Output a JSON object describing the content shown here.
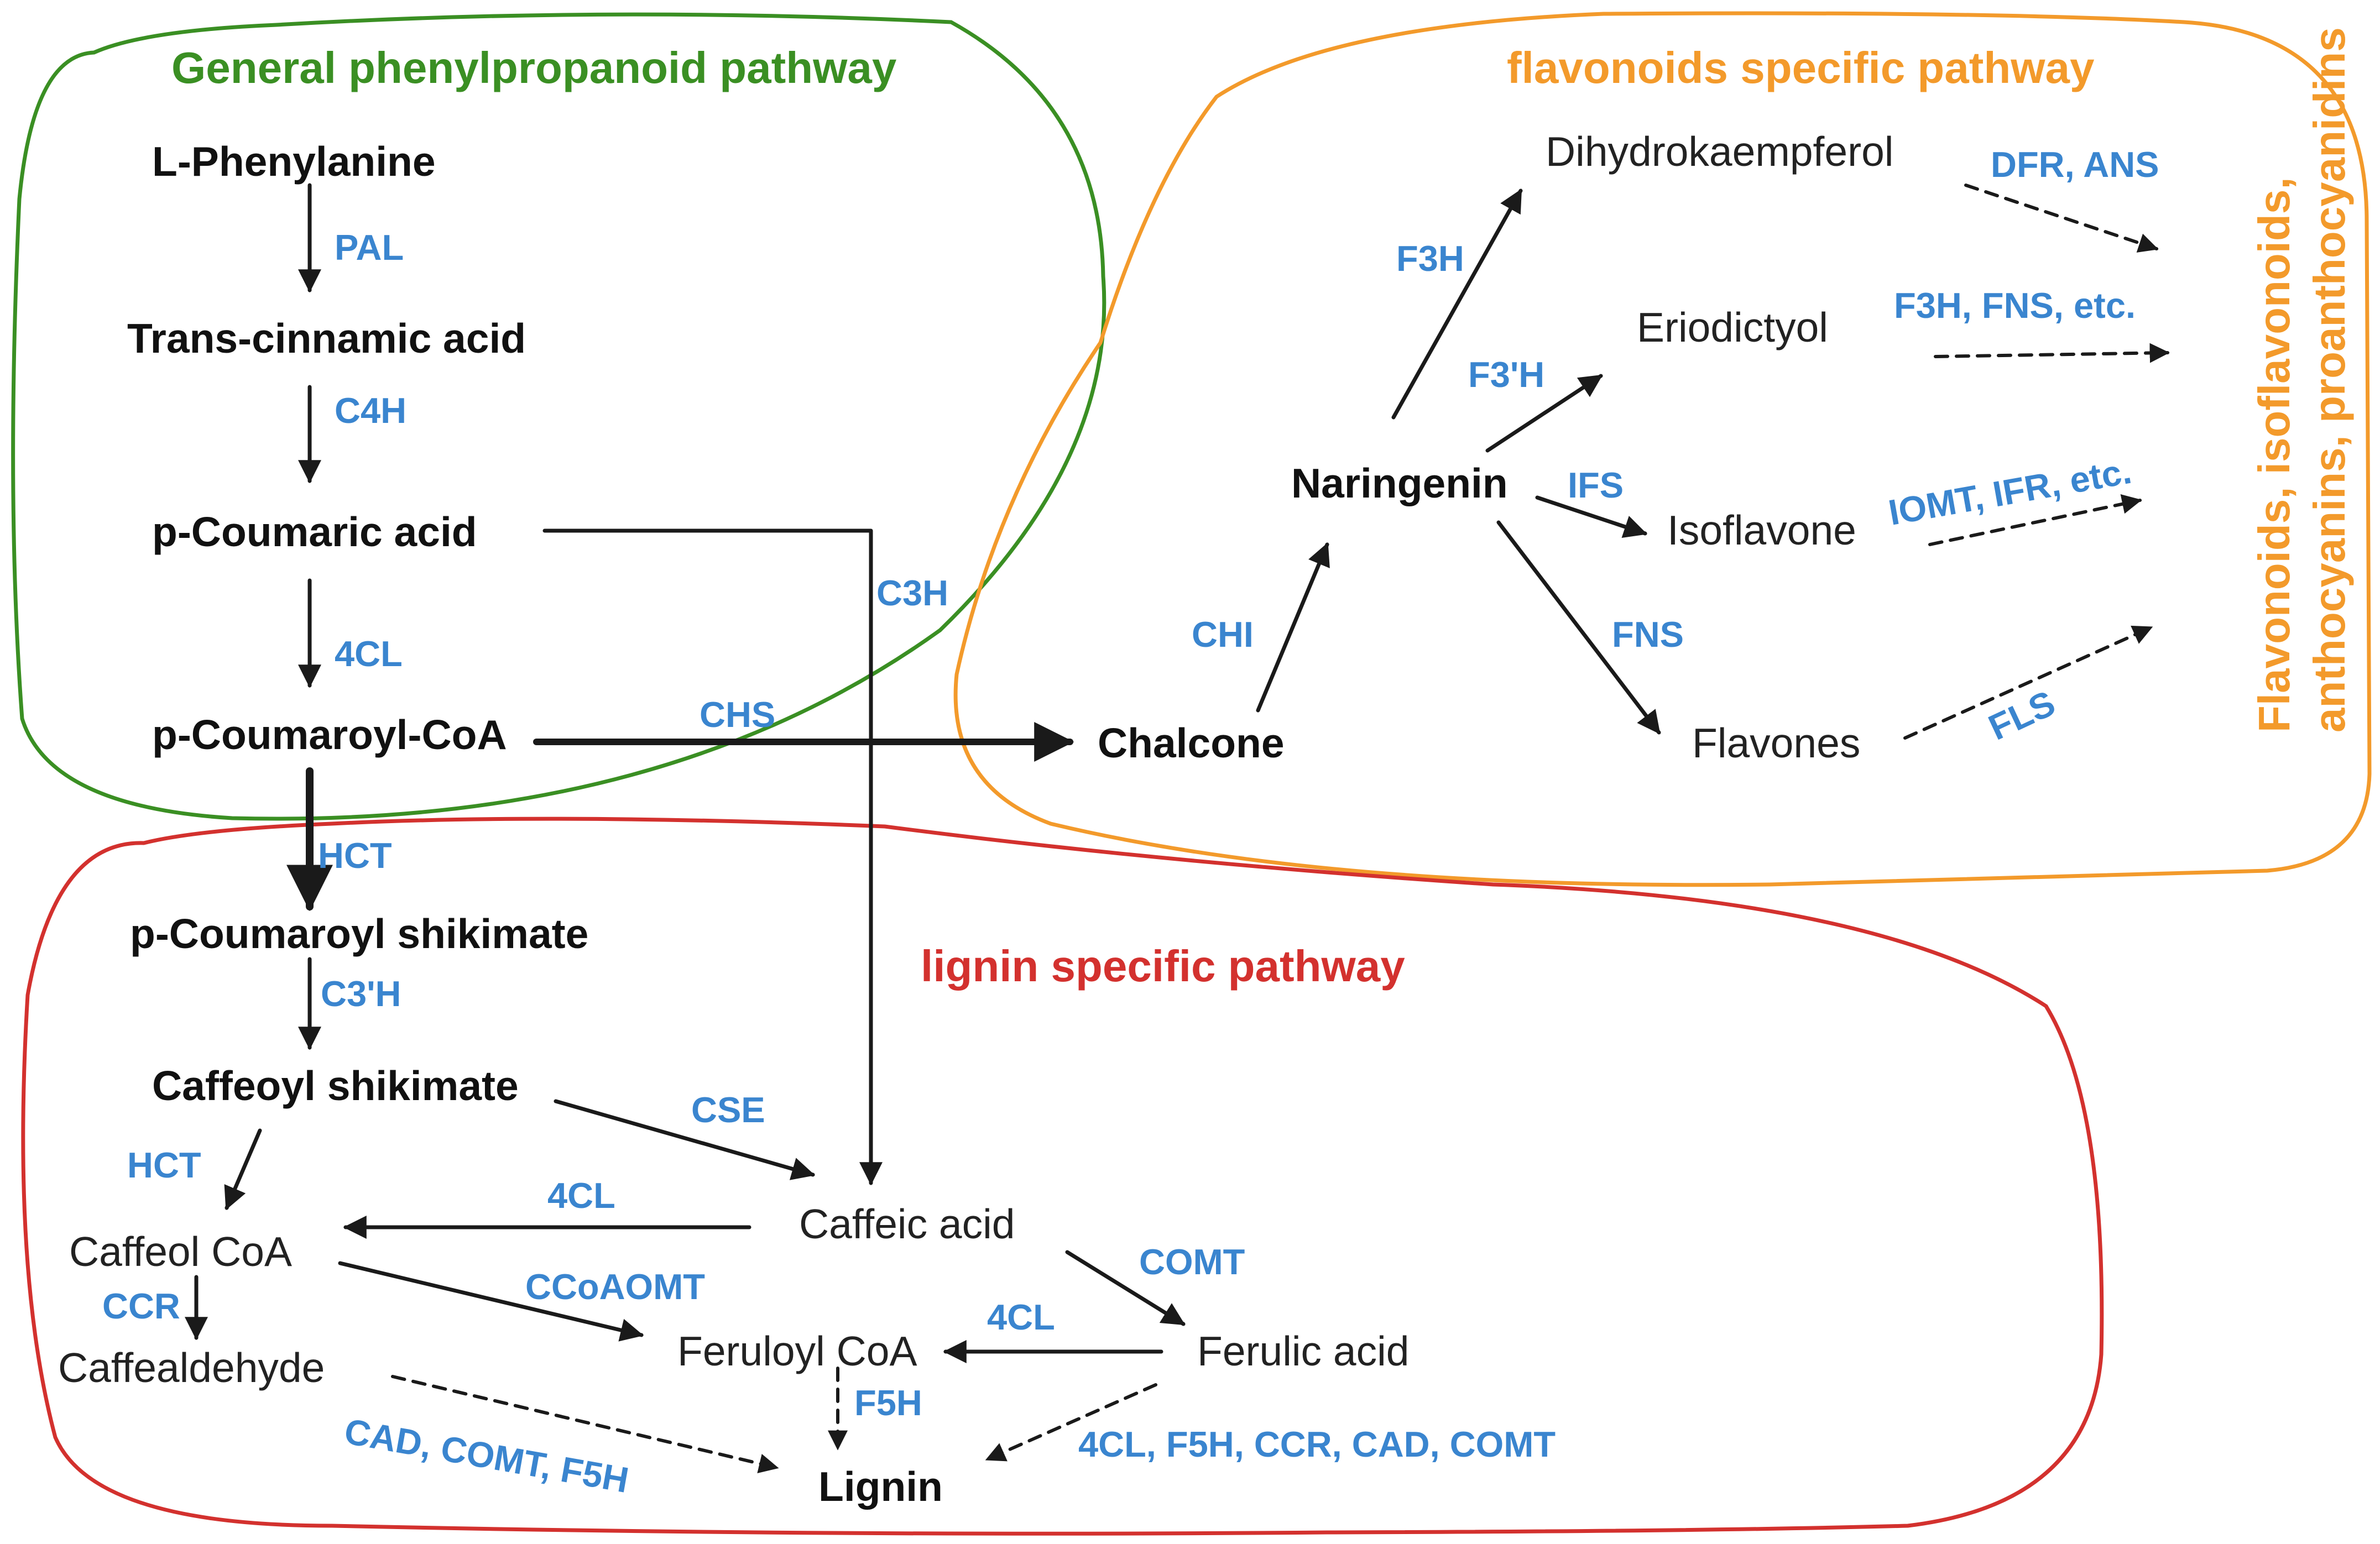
{
  "colors": {
    "general": "#3a8f23",
    "flavonoid": "#f39a2b",
    "lignin": "#d3312e",
    "enzyme": "#3a85cf",
    "text": "#111111",
    "arrow": "#1a1a1a"
  },
  "regions": {
    "general_title": "General phenylpropanoid pathway",
    "flavonoid_title": "flavonoids specific  pathway",
    "lignin_title": "lignin specific pathway",
    "flavonoid_products_line1": "Flavonoids, isoflavonoids,",
    "flavonoid_products_line2": "anthocyanins, proanthocyanidins"
  },
  "compounds": {
    "l_phenylanine": "L-Phenylanine",
    "trans_cinnamic_acid": "Trans-cinnamic acid",
    "p_coumaric_acid": "p-Coumaric acid",
    "p_coumaroyl_coa": "p-Coumaroyl-CoA",
    "chalcone": "Chalcone",
    "naringenin": "Naringenin",
    "dihydrokaempferol": "Dihydrokaempferol",
    "eriodictyol": "Eriodictyol",
    "isoflavone": "Isoflavone",
    "flavones": "Flavones",
    "p_coumaroyl_shikimate": "p-Coumaroyl shikimate",
    "caffeoyl_shikimate": "Caffeoyl shikimate",
    "caffeic_acid": "Caffeic acid",
    "caffeol_coa": "Caffeol CoA",
    "caffealdehyde": "Caffealdehyde",
    "feruloyl_coa": "Feruloyl CoA",
    "ferulic_acid": "Ferulic acid",
    "lignin": "Lignin"
  },
  "enzymes": {
    "pal": "PAL",
    "c4h": "C4H",
    "c3h": "C3H",
    "cl4_top": "4CL",
    "chs": "CHS",
    "hct_top": "HCT",
    "c3prime_h": "C3'H",
    "chi": "CHI",
    "f3h": "F3H",
    "f3prime_h": "F3'H",
    "ifs": "IFS",
    "fns": "FNS",
    "dfr_ans": "DFR, ANS",
    "f3h_fns_etc": "F3H, FNS, etc.",
    "iomt_ifr_etc": "IOMT, IFR, etc.",
    "fls": "FLS",
    "cse": "CSE",
    "hct_bottom": "HCT",
    "cl4_caffeic": "4CL",
    "ccoaomt": "CCoAOMT",
    "ccr": "CCR",
    "comt": "COMT",
    "cl4_ferulic": "4CL",
    "f5h": "F5H",
    "cad_comt_f5h": "CAD, COMT, F5H",
    "lignin_mix": "4CL, F5H, CCR, CAD, COMT"
  }
}
